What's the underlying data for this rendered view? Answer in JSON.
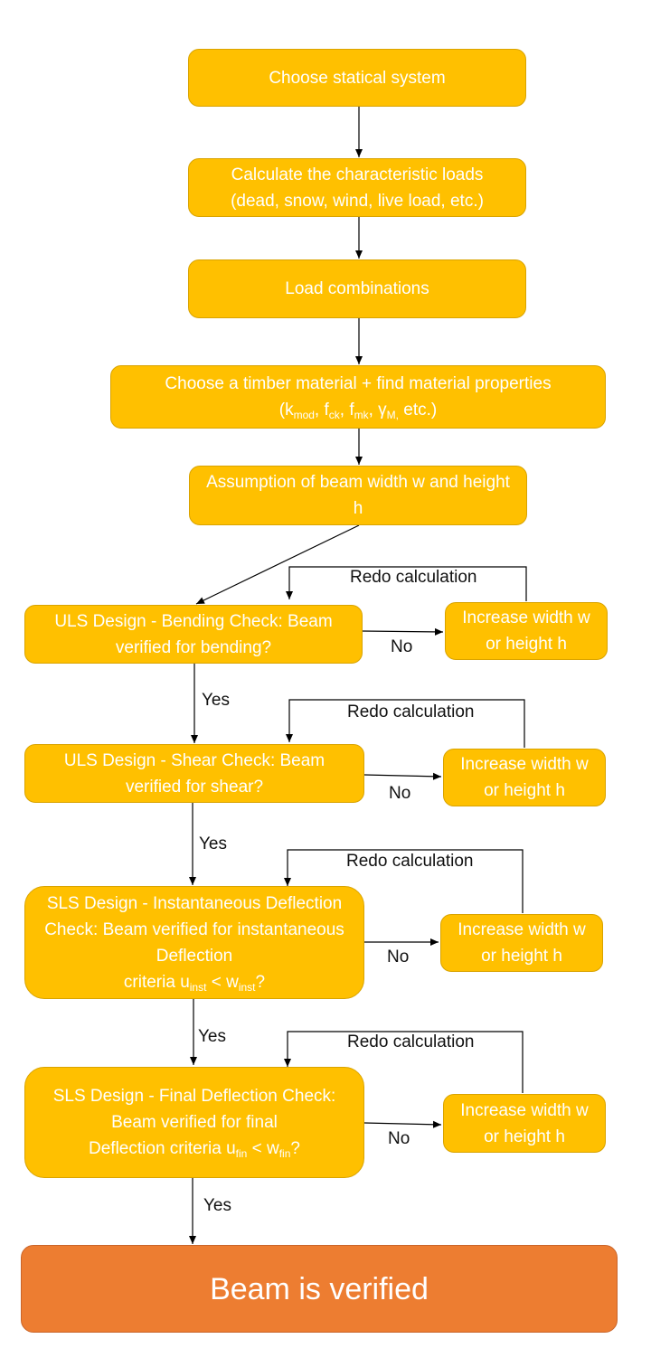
{
  "steps": {
    "choose_system": "Choose statical system",
    "loads_line1": "Calculate the characteristic loads",
    "loads_line2": "(dead, snow, wind, live load, etc.)",
    "combinations": "Load combinations",
    "material_line1": "Choose a timber material + find material properties",
    "material_k": "k",
    "material_k_sub": "mod",
    "material_f1": "f",
    "material_f1_sub": "ck",
    "material_f2": "f",
    "material_f2_sub": "mk",
    "material_gamma": "γ",
    "material_gamma_sub": "M,",
    "material_etc": " etc.)",
    "assumption": "Assumption of beam width w and height h"
  },
  "checks": {
    "bending": "ULS Design - Bending Check: Beam verified for bending?",
    "shear": "ULS Design -  Shear Check: Beam verified for shear?",
    "inst_line1": "SLS Design -  Instantaneous Deflection Check: Beam verified for instantaneous Deflection",
    "inst_criteria": "criteria u",
    "inst_u_sub": "inst",
    "inst_lt": " < w",
    "inst_w_sub": "inst",
    "inst_q": "?",
    "final_line1": "SLS Design -  Final Deflection Check: Beam verified for final",
    "final_criteria": "Deflection criteria u",
    "final_u_sub": "fin",
    "final_lt": " < w",
    "final_w_sub": "fin",
    "final_q": "?"
  },
  "fix": {
    "increase": "Increase width w or height h",
    "redo": "Redo calculation",
    "no": "No",
    "yes": "Yes"
  },
  "result": "Beam is verified",
  "colors": {
    "step_fill": "#FFC000",
    "result_fill": "#ED7D31",
    "text_on_box": "#FFFFFF",
    "arrow": "#000000"
  }
}
